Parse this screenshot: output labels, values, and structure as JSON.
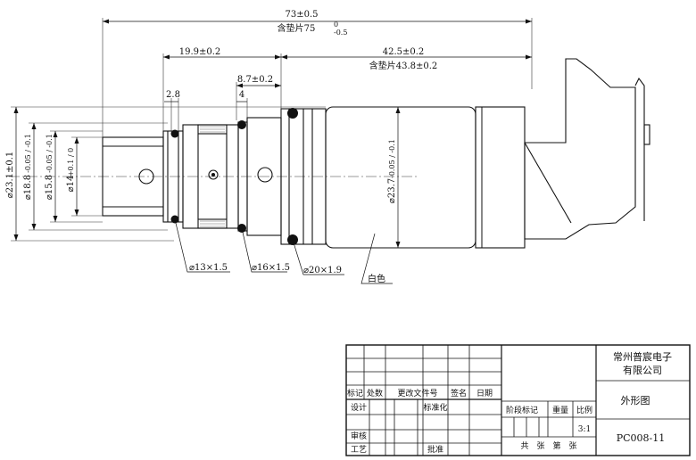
{
  "dimensions": {
    "overall": "73±0.5",
    "overall_note": "含垫片75",
    "overall_note_tol_upper": "0",
    "overall_note_tol_lower": "-0.5",
    "d19_9": "19.9±0.2",
    "d8_7": "8.7±0.2",
    "d42_5": "42.5±0.2",
    "d42_5_note": "含垫片43.8±0.2",
    "d2_8": "2.8",
    "d4": "4",
    "dia23_1": "⌀23.1±0.1",
    "dia18_8": "⌀18.8",
    "dia18_8_tol": "-0.05 / -0.1",
    "dia15_8": "⌀15.8",
    "dia15_8_tol": "-0.05 / -0.1",
    "dia14": "⌀14",
    "dia14_tol": "+0.1 / 0",
    "dia23_7": "⌀23.7",
    "dia23_7_tol": "-0.05 / -0.1"
  },
  "callouts": {
    "oring1": "⌀13×1.5",
    "oring2": "⌀16×1.5",
    "oring3": "⌀20×1.9",
    "color_note": "白色"
  },
  "title_block": {
    "company_line1": "常州普宸电子",
    "company_line2": "有限公司",
    "drawing_title": "外形图",
    "part_number": "PC008-11",
    "scale": "3:1",
    "labels": {
      "mark": "标记",
      "count": "处数",
      "change_doc": "更改文件号",
      "signature": "签名",
      "date": "日期",
      "design": "设计",
      "standardize": "标准化",
      "check": "审核",
      "process": "工艺",
      "approve": "批准",
      "stage_mark": "阶段标记",
      "weight": "重量",
      "ratio": "比例",
      "sheets": "共　张　第　张"
    }
  }
}
